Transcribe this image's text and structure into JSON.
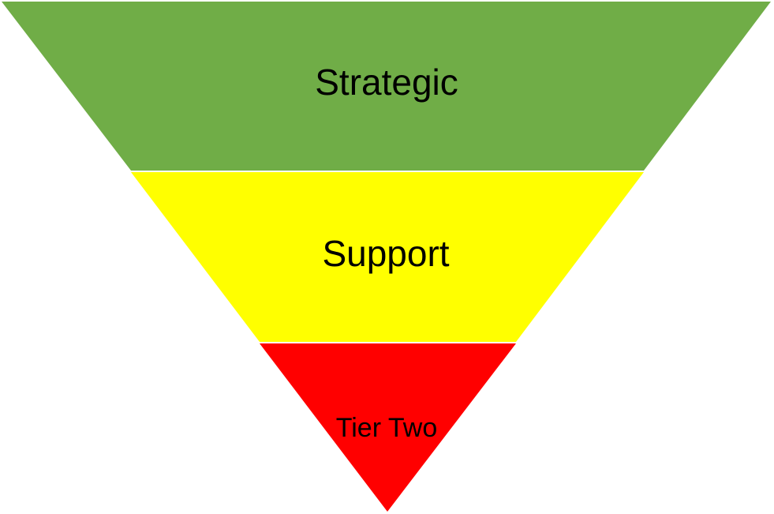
{
  "diagram": {
    "tiers": [
      {
        "label": "Strategic",
        "color": "#70AD47"
      },
      {
        "label": "Support",
        "color": "#FFFF00"
      },
      {
        "label": "Tier Two",
        "color": "#FF0000"
      }
    ],
    "separator_color": "#FFFFFF"
  }
}
